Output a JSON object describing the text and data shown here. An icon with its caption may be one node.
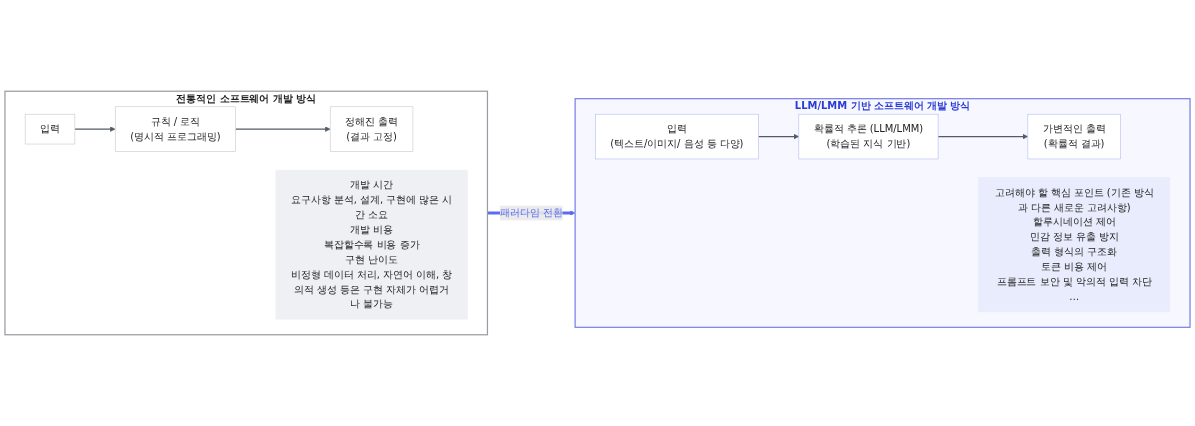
{
  "diagram": {
    "nodes": [
      {
        "text": [
          "전통적인 소프트웨어 개발 방식"
        ]
      },
      {
        "text": [
          "입력"
        ],
        "in": 0
      },
      {
        "text": [
          "규칙 / 로직",
          "(명시적 프로그래밍)"
        ],
        "in": 0
      },
      {
        "text": [
          "정해진 출력",
          "(결과 고정)"
        ],
        "in": 0
      },
      {
        "text": [
          "개발 시간",
          "요구사항 분석, 설계, 구현에 많은 시간 소요",
          "개발 비용",
          "복잡할수록 비용 증가",
          "구현 난이도",
          "비정형 데이터 처리, 자연어 이해, 창의적 생성 등은 구현 자체가 어렵거나 불가능"
        ],
        "in": 0
      },
      {
        "text": [
          "LLM/LMM 기반 소프트웨어 개발 방식"
        ]
      },
      {
        "text": [
          "입력",
          "(텍스트/이미지/ 음성 등 다양)"
        ],
        "in": 5
      },
      {
        "text": [
          "확률적 추론 (LLM/LMM)",
          "(학습된 지식 기반)"
        ],
        "in": 5
      },
      {
        "text": [
          "가변적인 출력",
          "(확률적 결과)"
        ],
        "in": 5
      },
      {
        "text": [
          "고려해야 할 핵심 포인트 (기존 방식과 다른 새로운 고려사항)",
          "할루시네이션 제어",
          "민감 정보 유출 방지",
          "출력 형식의 구조화",
          "토큰 비용 제어",
          "프롬프트 보안 및 악의적 입력 차단",
          "…"
        ],
        "in": 5
      }
    ],
    "edges": [
      {
        "from": 1,
        "to": 2,
        "arrow": "to"
      },
      {
        "from": 2,
        "to": 3,
        "arrow": "to"
      },
      {
        "from": 0,
        "to": 5,
        "arrow": "to",
        "label": "패러다임 전환",
        "style": "thick",
        "color": "#5b6cf0"
      },
      {
        "from": 6,
        "to": 7,
        "arrow": "to"
      },
      {
        "from": 7,
        "to": 8,
        "arrow": "to"
      }
    ]
  }
}
